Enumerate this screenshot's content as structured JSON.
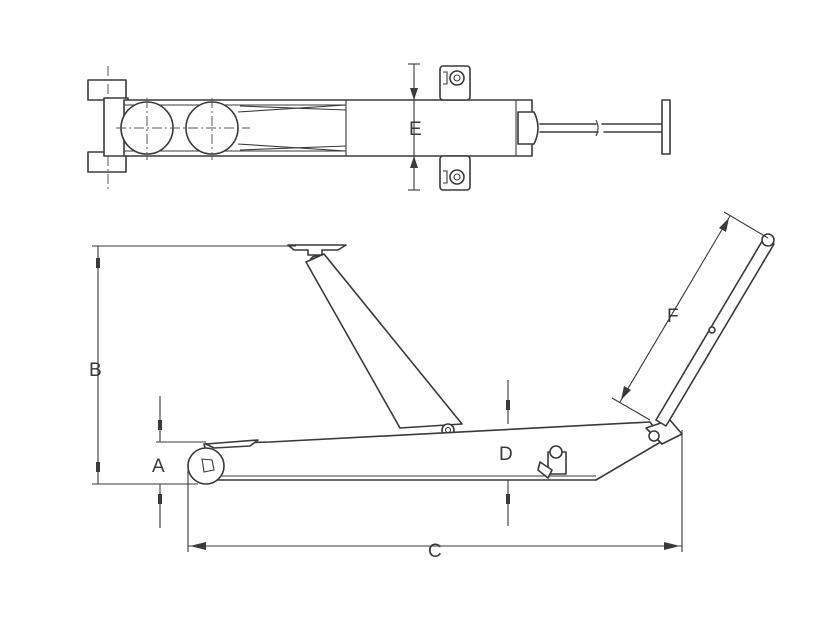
{
  "figure": {
    "labels": {
      "a": "A",
      "b": "B",
      "c": "C",
      "d": "D",
      "e": "E",
      "f": "F"
    }
  },
  "colors": {
    "line": "#3a3a3a",
    "background": "#ffffff"
  }
}
